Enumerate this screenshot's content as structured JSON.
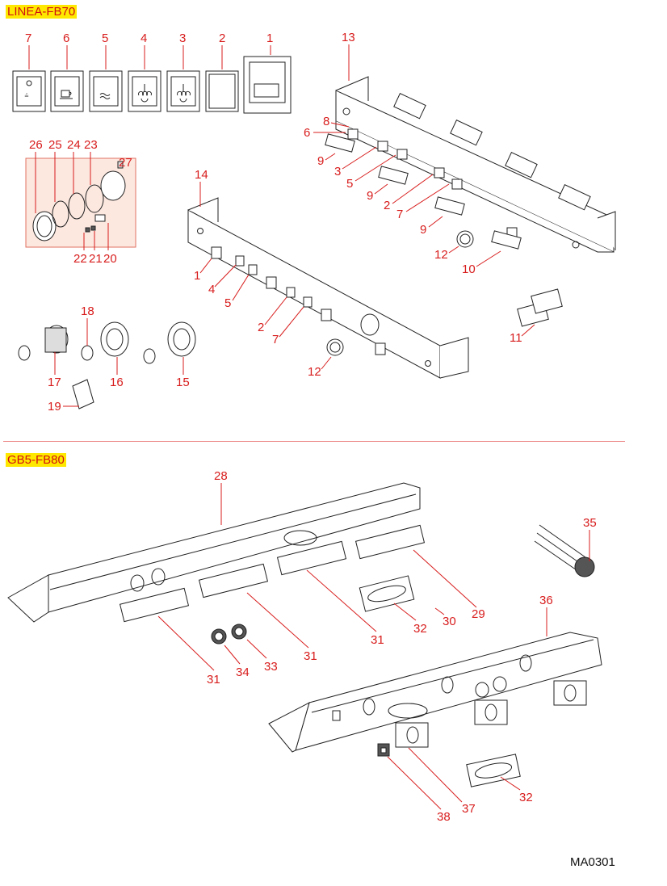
{
  "sections": [
    {
      "tag": "LINEA-FB70"
    },
    {
      "tag": "GB5-FB80"
    }
  ],
  "drawing_code": "MA0301",
  "colors": {
    "label": "#d81c1c",
    "tag_bg": "#ffe800",
    "divider": "#ee8888",
    "highlight_box": "#fde8e0"
  },
  "linea": {
    "buttons": [
      {
        "label": "7",
        "icon": "light-indicator-icon"
      },
      {
        "label": "6",
        "icon": "coffee-cup-icon"
      },
      {
        "label": "5",
        "icon": "water-waves-icon"
      },
      {
        "label": "4",
        "icon": "steam-icon"
      },
      {
        "label": "3",
        "icon": "steam-icon"
      },
      {
        "label": "2",
        "icon": "blank-icon"
      },
      {
        "label": "1",
        "icon": "main-switch-icon"
      }
    ],
    "gauge_group": [
      "26",
      "25",
      "24",
      "23",
      "27",
      "22",
      "21",
      "20"
    ],
    "rear_panel": [
      "13",
      "8",
      "6",
      "9",
      "3",
      "5",
      "9",
      "2",
      "7",
      "9",
      "12",
      "10",
      "11"
    ],
    "front_panel": [
      "14",
      "1",
      "4",
      "5",
      "2",
      "7",
      "12"
    ],
    "rotary_switches": [
      "18",
      "17",
      "16",
      "15",
      "19"
    ]
  },
  "gb5": {
    "panel_top": [
      "28",
      "31",
      "31",
      "31",
      "29",
      "32",
      "30",
      "34",
      "33",
      "35"
    ],
    "panel_bottom": [
      "36",
      "38",
      "37",
      "32"
    ]
  }
}
